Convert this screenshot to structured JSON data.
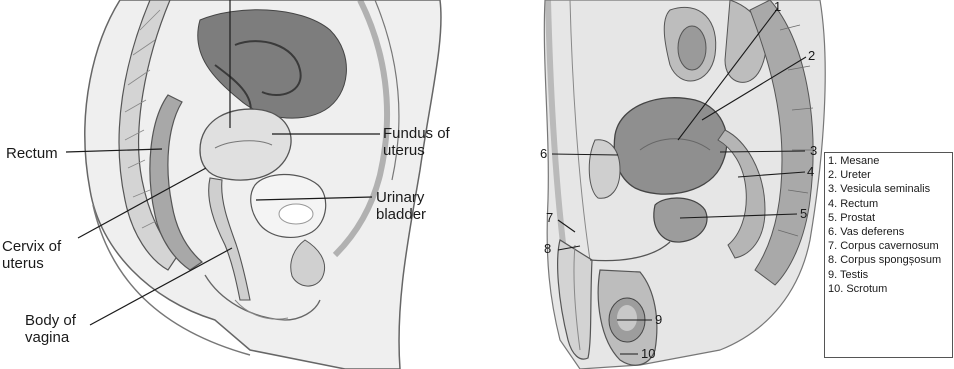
{
  "left_figure": {
    "labels": {
      "rectum": "Rectum",
      "fundus": [
        "Fundus of",
        "uterus"
      ],
      "bladder": [
        "Urinary",
        "bladder"
      ],
      "cervix": [
        "Cervix of",
        "uterus"
      ],
      "vagina": [
        "Body of",
        "vagina"
      ]
    }
  },
  "right_figure": {
    "callout_numbers": [
      "1",
      "2",
      "3",
      "4",
      "5",
      "6",
      "7",
      "8",
      "9",
      "10"
    ],
    "legend": [
      "1. Mesane",
      "2. Ureter",
      "3. Vesicula seminalis",
      "4. Rectum",
      "5. Prostat",
      "6. Vas deferens",
      "7. Corpus cavernosum",
      "8. Corpus spongșosum",
      "9. Testis",
      "10. Scrotum"
    ]
  }
}
